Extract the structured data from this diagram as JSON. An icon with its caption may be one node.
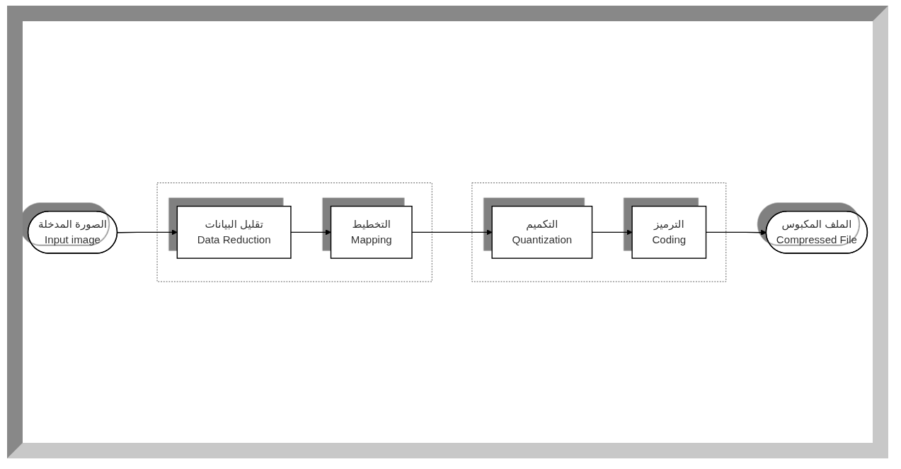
{
  "diagram": {
    "nodes": [
      {
        "text": [
          "الصورة المدخلة",
          "Input image"
        ]
      },
      {
        "text": [],
        "shape": "box"
      },
      {
        "text": [
          "تقليل البيانات",
          "Data Reduction"
        ],
        "in": 1
      },
      {
        "text": [
          "التخطيط",
          "Mapping"
        ],
        "in": 1
      },
      {
        "text": [],
        "shape": "box"
      },
      {
        "text": [
          "التكميم",
          "Quantization"
        ],
        "in": 4
      },
      {
        "text": [
          "الترميز",
          "Coding"
        ],
        "in": 4
      },
      {
        "text": [
          "الملف المكبوس",
          "Compressed File"
        ]
      }
    ],
    "edges": [
      {
        "from": 0,
        "to": 2,
        "arrow": "to"
      },
      {
        "from": 2,
        "to": 3,
        "arrow": "to"
      },
      {
        "from": 3,
        "to": 5,
        "arrow": "to"
      },
      {
        "from": 5,
        "to": 6,
        "arrow": "to"
      },
      {
        "from": 6,
        "to": 7,
        "arrow": "to"
      }
    ]
  }
}
